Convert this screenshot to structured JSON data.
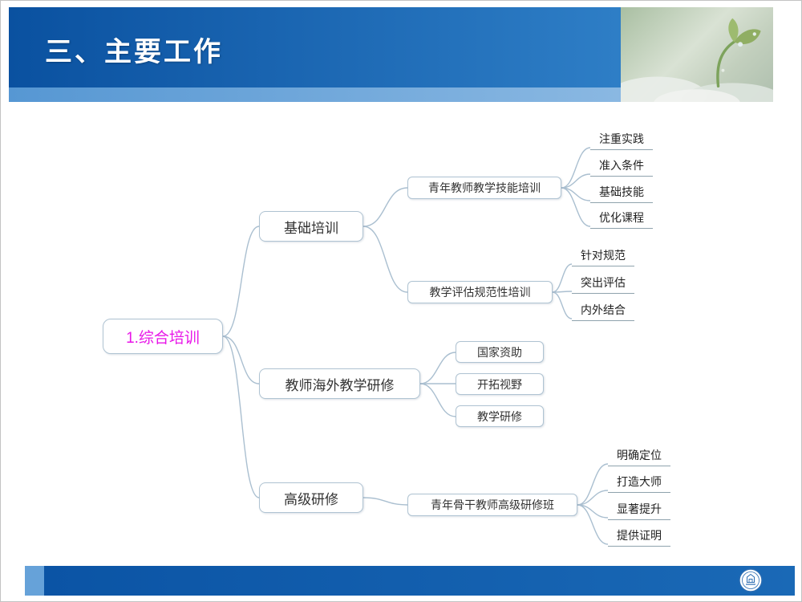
{
  "slide": {
    "title": "三、主要工作"
  },
  "mindmap": {
    "root": {
      "label": "1.综合培训"
    },
    "branches": [
      {
        "label": "基础培训",
        "children": [
          {
            "label": "青年教师教学技能培训",
            "leaves": [
              "注重实践",
              "准入条件",
              "基础技能",
              "优化课程"
            ]
          },
          {
            "label": "教学评估规范性培训",
            "leaves": [
              "针对规范",
              "突出评估",
              "内外结合"
            ]
          }
        ]
      },
      {
        "label": "教师海外教学研修",
        "children": [
          {
            "label": "国家资助"
          },
          {
            "label": "开拓视野"
          },
          {
            "label": "教学研修"
          }
        ]
      },
      {
        "label": "高级研修",
        "children": [
          {
            "label": "青年骨干教师高级研修班",
            "leaves": [
              "明确定位",
              "打造大师",
              "显著提升",
              "提供证明"
            ]
          }
        ]
      }
    ]
  },
  "footer": {
    "logo": "university-emblem"
  },
  "colors": {
    "header_blue_dark": "#0a51a0",
    "header_blue_light": "#2e7ec6",
    "root_text": "#e816e8",
    "node_border": "#afc3d2",
    "connector": "#aabfd0",
    "footer_blue": "#0b54a5"
  }
}
